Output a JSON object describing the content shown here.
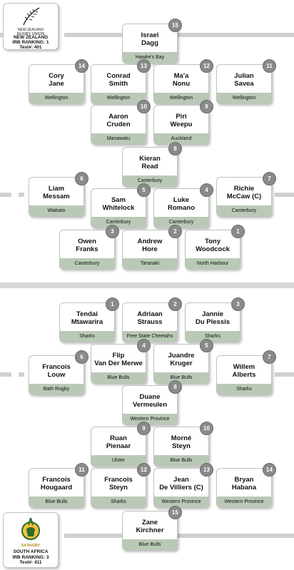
{
  "nz": {
    "logo_text": [
      "NEW ZEALAND",
      "RUGBY UNION"
    ],
    "team_lines": [
      "NEW ZEALAND",
      "IRB RANKING: 1",
      "Test#: 401"
    ],
    "players": [
      {
        "num": "15",
        "name": [
          "Israel",
          "Dagg"
        ],
        "club": "Hawke's Bay"
      },
      {
        "num": "14",
        "name": [
          "Cory",
          "Jane"
        ],
        "club": "Wellington"
      },
      {
        "num": "13",
        "name": [
          "Conrad",
          "Smith"
        ],
        "club": "Wellington"
      },
      {
        "num": "12",
        "name": [
          "Ma'a",
          "Nonu"
        ],
        "club": "Wellington"
      },
      {
        "num": "11",
        "name": [
          "Julian",
          "Savea"
        ],
        "club": "Wellington"
      },
      {
        "num": "10",
        "name": [
          "Aaron",
          "Cruden"
        ],
        "club": "Manawatu"
      },
      {
        "num": "9",
        "name": [
          "Piri",
          "Weepu"
        ],
        "club": "Auckland"
      },
      {
        "num": "8",
        "name": [
          "Kieran",
          "Read"
        ],
        "club": "Canterbury"
      },
      {
        "num": "6",
        "name": [
          "Liam",
          "Messam"
        ],
        "club": "Waikato"
      },
      {
        "num": "7",
        "name": [
          "Richie",
          "McCaw (C)"
        ],
        "club": "Canterbury"
      },
      {
        "num": "5",
        "name": [
          "Sam",
          "Whitelock"
        ],
        "club": "Canterbury"
      },
      {
        "num": "4",
        "name": [
          "Luke",
          "Romano"
        ],
        "club": "Canterbury"
      },
      {
        "num": "3",
        "name": [
          "Owen",
          "Franks"
        ],
        "club": "Canterbury"
      },
      {
        "num": "2",
        "name": [
          "Andrew",
          "Hore"
        ],
        "club": "Taranaki"
      },
      {
        "num": "1",
        "name": [
          "Tony",
          "Woodcock"
        ],
        "club": "North Harbour"
      }
    ]
  },
  "sa": {
    "logo_text": [
      "SA RUGBY"
    ],
    "team_lines": [
      "SOUTH AFRICA",
      "IRB RANKING: 3",
      "Test#: 411"
    ],
    "players": [
      {
        "num": "1",
        "name": [
          "Tendai",
          "Mtawarira"
        ],
        "club": "Sharks"
      },
      {
        "num": "2",
        "name": [
          "Adriaan",
          "Strauss"
        ],
        "club": "Free State Cheetahs"
      },
      {
        "num": "3",
        "name": [
          "Jannie",
          "Du Plessis"
        ],
        "club": "Sharks"
      },
      {
        "num": "6",
        "name": [
          "Francois",
          "Louw"
        ],
        "club": "Bath Rugby"
      },
      {
        "num": "4",
        "name": [
          "Flip",
          "Van Der Merwe"
        ],
        "club": "Blue Bulls"
      },
      {
        "num": "5",
        "name": [
          "Juandre",
          "Kruger"
        ],
        "club": "Blue Bulls"
      },
      {
        "num": "7",
        "name": [
          "Willem",
          "Alberts"
        ],
        "club": "Sharks"
      },
      {
        "num": "8",
        "name": [
          "Duane",
          "Vermeulen"
        ],
        "club": "Western Province"
      },
      {
        "num": "9",
        "name": [
          "Ruan",
          "Pienaar"
        ],
        "club": "Ulster"
      },
      {
        "num": "10",
        "name": [
          "Morné",
          "Steyn"
        ],
        "club": "Blue Bulls"
      },
      {
        "num": "11",
        "name": [
          "Francois",
          "Hougaard"
        ],
        "club": "Blue Bulls"
      },
      {
        "num": "12",
        "name": [
          "Francois",
          "Steyn"
        ],
        "club": "Sharks"
      },
      {
        "num": "13",
        "name": [
          "Jean",
          "De Villiers (C)"
        ],
        "club": "Western Province"
      },
      {
        "num": "14",
        "name": [
          "Bryan",
          "Habana"
        ],
        "club": "Western Province"
      },
      {
        "num": "15",
        "name": [
          "Zane",
          "Kirchner"
        ],
        "club": "Blue Bulls"
      }
    ]
  }
}
